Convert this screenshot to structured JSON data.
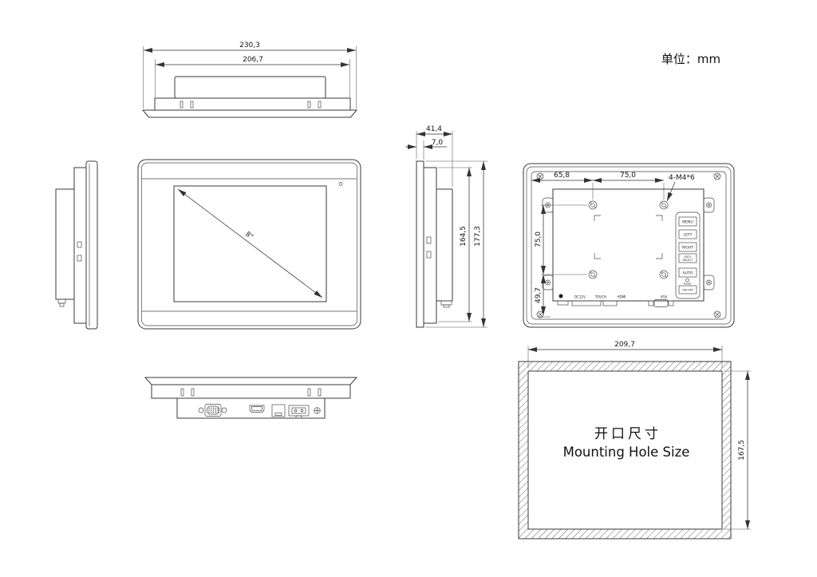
{
  "meta": {
    "unit_label": "单位：mm"
  },
  "colors": {
    "line": "#3a3a3a",
    "dimension": "#333333",
    "text": "#161616",
    "background": "#ffffff",
    "hatch": "#666666"
  },
  "views": {
    "top": {
      "dims": {
        "outer_width": "230,3",
        "panel_width": "206,7"
      }
    },
    "front": {
      "screen_diagonal": "8\""
    },
    "side": {
      "dims": {
        "depth_total": "41,4",
        "bezel_depth": "7,0",
        "panel_height": "164,5",
        "total_height": "177,3"
      }
    },
    "rear": {
      "dims": {
        "hole_left_offset": "65,8",
        "vesa_horizontal": "75,0",
        "vesa_vertical": "75,0",
        "bottom_offset": "49,7"
      },
      "screw_callout": "4-M4*6",
      "buttons": [
        {
          "label": "MENU"
        },
        {
          "label": "LEFT"
        },
        {
          "label": "RIGHT"
        },
        {
          "label": "EXIT/",
          "label2": "SELECT"
        },
        {
          "label": "AUTO"
        },
        {
          "label": "ON-OFF"
        }
      ],
      "power_led_label": "POWER",
      "ports": [
        {
          "label": "DC12V"
        },
        {
          "label": "TOUCH"
        },
        {
          "label": "HDMI"
        },
        {
          "label": "VGA"
        }
      ]
    },
    "mounting": {
      "title_zh": "开口尺寸",
      "title_en": "Mounting Hole Size",
      "dims": {
        "width": "209,7",
        "height": "167,5"
      }
    }
  }
}
